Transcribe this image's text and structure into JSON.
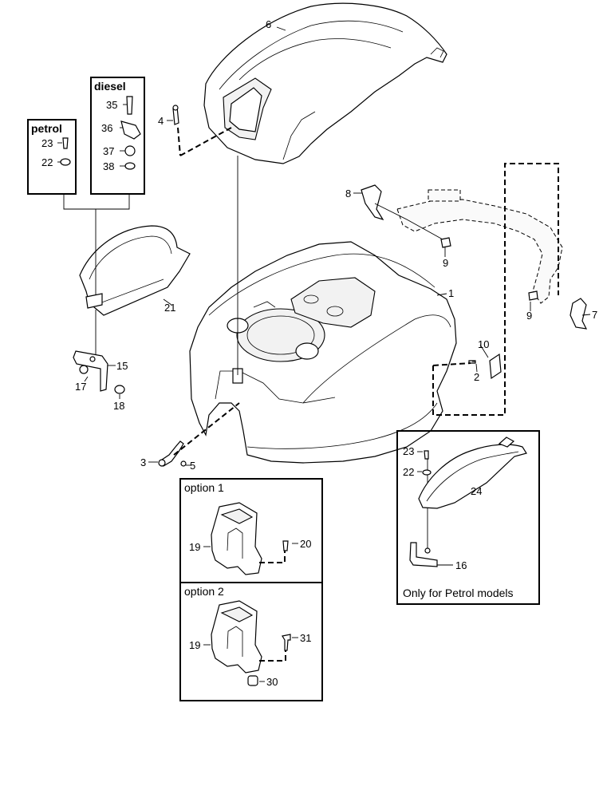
{
  "boxes": {
    "petrol": "petrol",
    "diesel": "diesel",
    "option1": "option 1",
    "option2": "option 2",
    "petrol_only": "Only for Petrol models"
  },
  "callouts": {
    "p1": "1",
    "p2": "2",
    "p3": "3",
    "p4": "4",
    "p5": "5",
    "p6": "6",
    "p7": "7",
    "p8": "8",
    "p9a": "9",
    "p9b": "9",
    "p10": "10",
    "p15": "15",
    "p16": "16",
    "p17": "17",
    "p18": "18",
    "p19a": "19",
    "p19b": "19",
    "p20": "20",
    "p21": "21",
    "p22a": "22",
    "p22b": "22",
    "p23a": "23",
    "p23b": "23",
    "p24": "24",
    "p30": "30",
    "p31": "31",
    "p35": "35",
    "p36": "36",
    "p37": "37",
    "p38": "38"
  }
}
